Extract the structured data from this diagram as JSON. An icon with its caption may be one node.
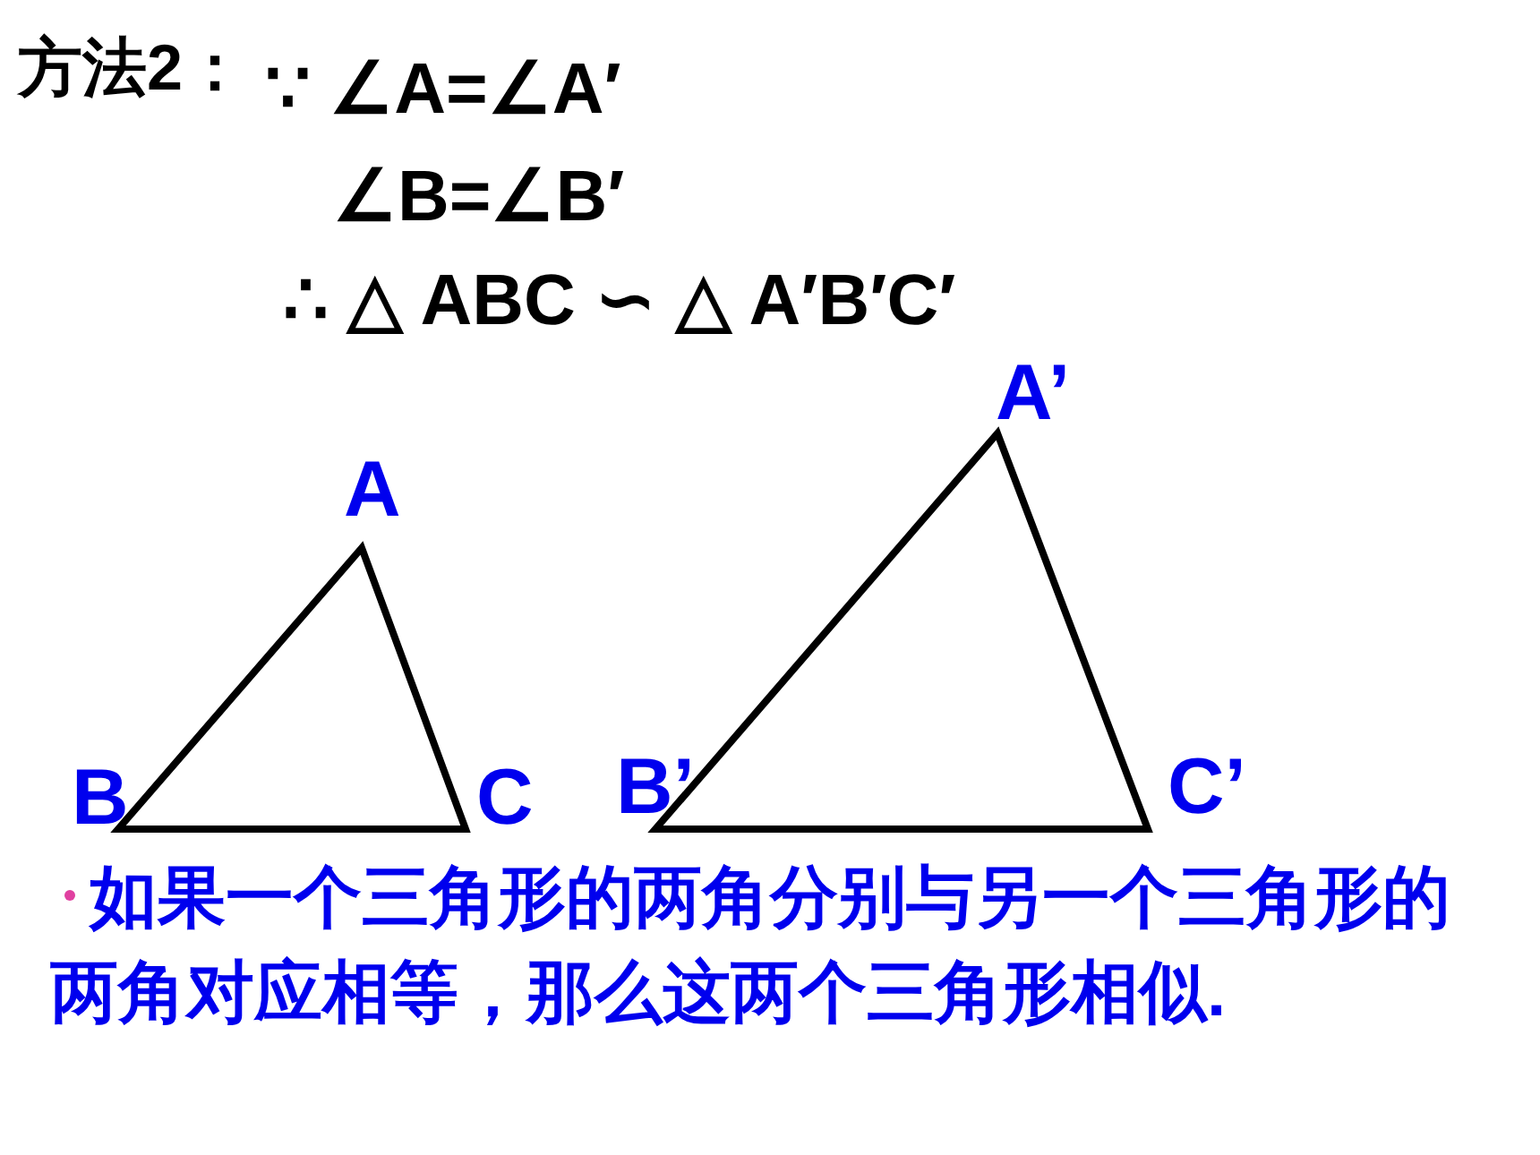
{
  "diagram": {
    "labels": [
      "方法2：",
      "∵ ∠A=∠A′",
      "∠B=∠B′",
      "∴ △ ABC ∽ △ A′B′C′",
      "A’",
      "A",
      "B",
      "C",
      "B’",
      "C’",
      "如果一个三角形的两角分别与另一个三角形的两角对应相等，那么这两个三角形相似."
    ]
  }
}
